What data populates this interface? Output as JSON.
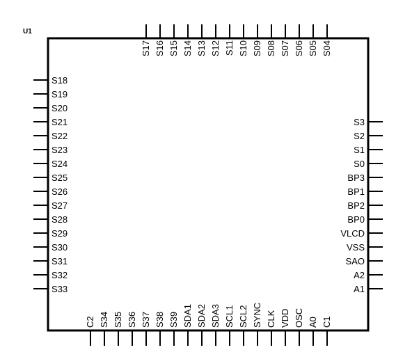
{
  "component": {
    "ref": "U1",
    "pins": {
      "top": [
        "S17",
        "S16",
        "S15",
        "S14",
        "S13",
        "S12",
        "S11",
        "S10",
        "S09",
        "S08",
        "S07",
        "S06",
        "S05",
        "S04"
      ],
      "left": [
        "S18",
        "S19",
        "S20",
        "S21",
        "S22",
        "S23",
        "S24",
        "S25",
        "S26",
        "S27",
        "S28",
        "S29",
        "S30",
        "S31",
        "S32",
        "S33"
      ],
      "right": [
        "S3",
        "S2",
        "S1",
        "S0",
        "BP3",
        "BP1",
        "BP2",
        "BP0",
        "VLCD",
        "VSS",
        "SAO",
        "A2",
        "A1"
      ],
      "bottom": [
        "C2",
        "S34",
        "S35",
        "S36",
        "S37",
        "S38",
        "S39",
        "SDA1",
        "SDA2",
        "SDA3",
        "SCL1",
        "SCL2",
        "SYNC",
        "CLK",
        "VDD",
        "OSC",
        "A0",
        "C1"
      ]
    }
  },
  "colors": {
    "line": "#000000",
    "background": "#ffffff"
  }
}
